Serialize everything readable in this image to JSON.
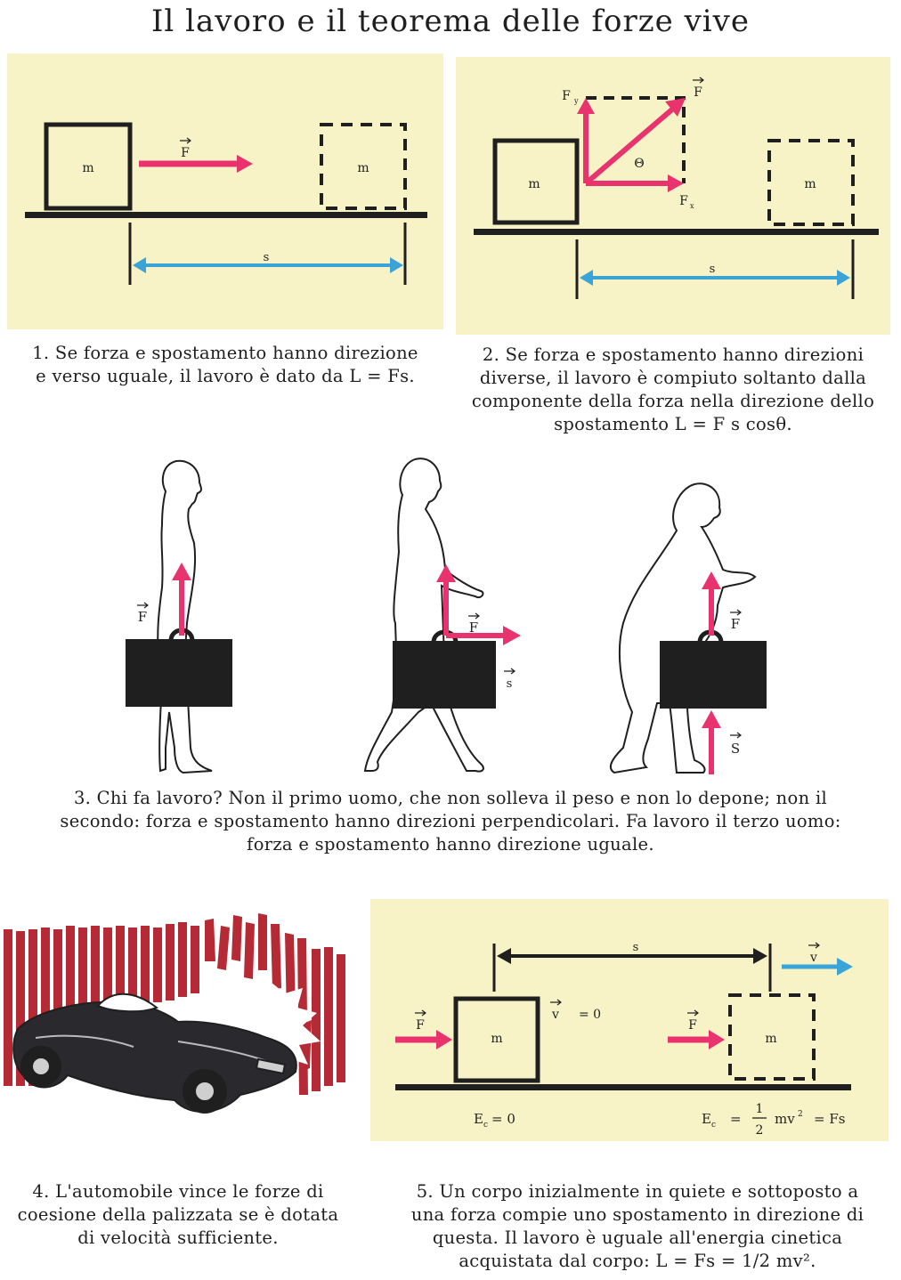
{
  "title": "Il lavoro e il teorema delle forze vive",
  "labels": {
    "m": "m",
    "s": "s",
    "S": "S",
    "F": "F",
    "Fy": "F",
    "Fy_sub": "y",
    "Fx": "F",
    "Fx_sub": "x",
    "theta": "Θ",
    "v": "v",
    "v_eq": "= 0",
    "ec_start": "E",
    "ec_start_sub": "c",
    "ec_start_eq": "= 0",
    "ec_end": "E",
    "ec_end_sub": "c",
    "eq1": "=",
    "frac_num": "1",
    "frac_den": "2",
    "mv": "mv",
    "mv_sup": "2",
    "eq2": "= Fs"
  },
  "captions": {
    "c1": [
      "1. Se forza e spostamento hanno direzione",
      "e verso uguale, il lavoro è dato da L = Fs."
    ],
    "c2": [
      "2. Se forza e spostamento hanno direzioni",
      "diverse, il lavoro è compiuto soltanto dalla",
      "componente della forza nella direzione dello",
      "spostamento L = F s cosθ."
    ],
    "c3": [
      "3. Chi fa lavoro? Non il primo uomo, che non solleva il peso e non lo depone; non il",
      "secondo: forza e spostamento hanno direzioni perpendicolari. Fa lavoro il terzo uomo:",
      "forza e spostamento hanno direzione uguale."
    ],
    "c4": [
      "4. L'automobile vince le forze di",
      "coesione della palizzata se è dotata",
      "di velocità sufficiente."
    ],
    "c5": [
      "5. Un corpo inizialmente in quiete e sottoposto a",
      "una forza compie uno spostamento in direzione di",
      "questa. Il lavoro è uguale all'energia cinetica",
      "acquistata dal corpo: L = Fs = 1/2 mv²."
    ]
  },
  "colors": {
    "panel": "#f7f3c6",
    "force_arrow": "#e8336e",
    "displacement_arrow": "#3aa4d8",
    "ink": "#1f1f1f",
    "fence": "#b52a34"
  }
}
